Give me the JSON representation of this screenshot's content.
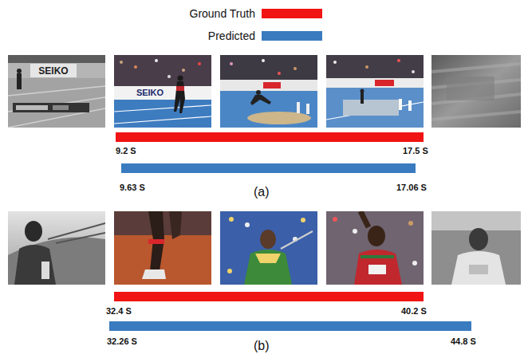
{
  "diagram": {
    "labels": [
      "SEIKO",
      "SEIKO",
      "9.2 S",
      "17.5 S",
      "9.63 S",
      "17.06 S",
      "(a)",
      "32.4 S",
      "40.2 S",
      "32.26 S",
      "44.8 S",
      "(b)"
    ],
    "legend": [
      {
        "text": "Ground Truth",
        "color": "#f01414"
      },
      {
        "text": "Predicted",
        "color": "#3a7bbf"
      }
    ]
  }
}
